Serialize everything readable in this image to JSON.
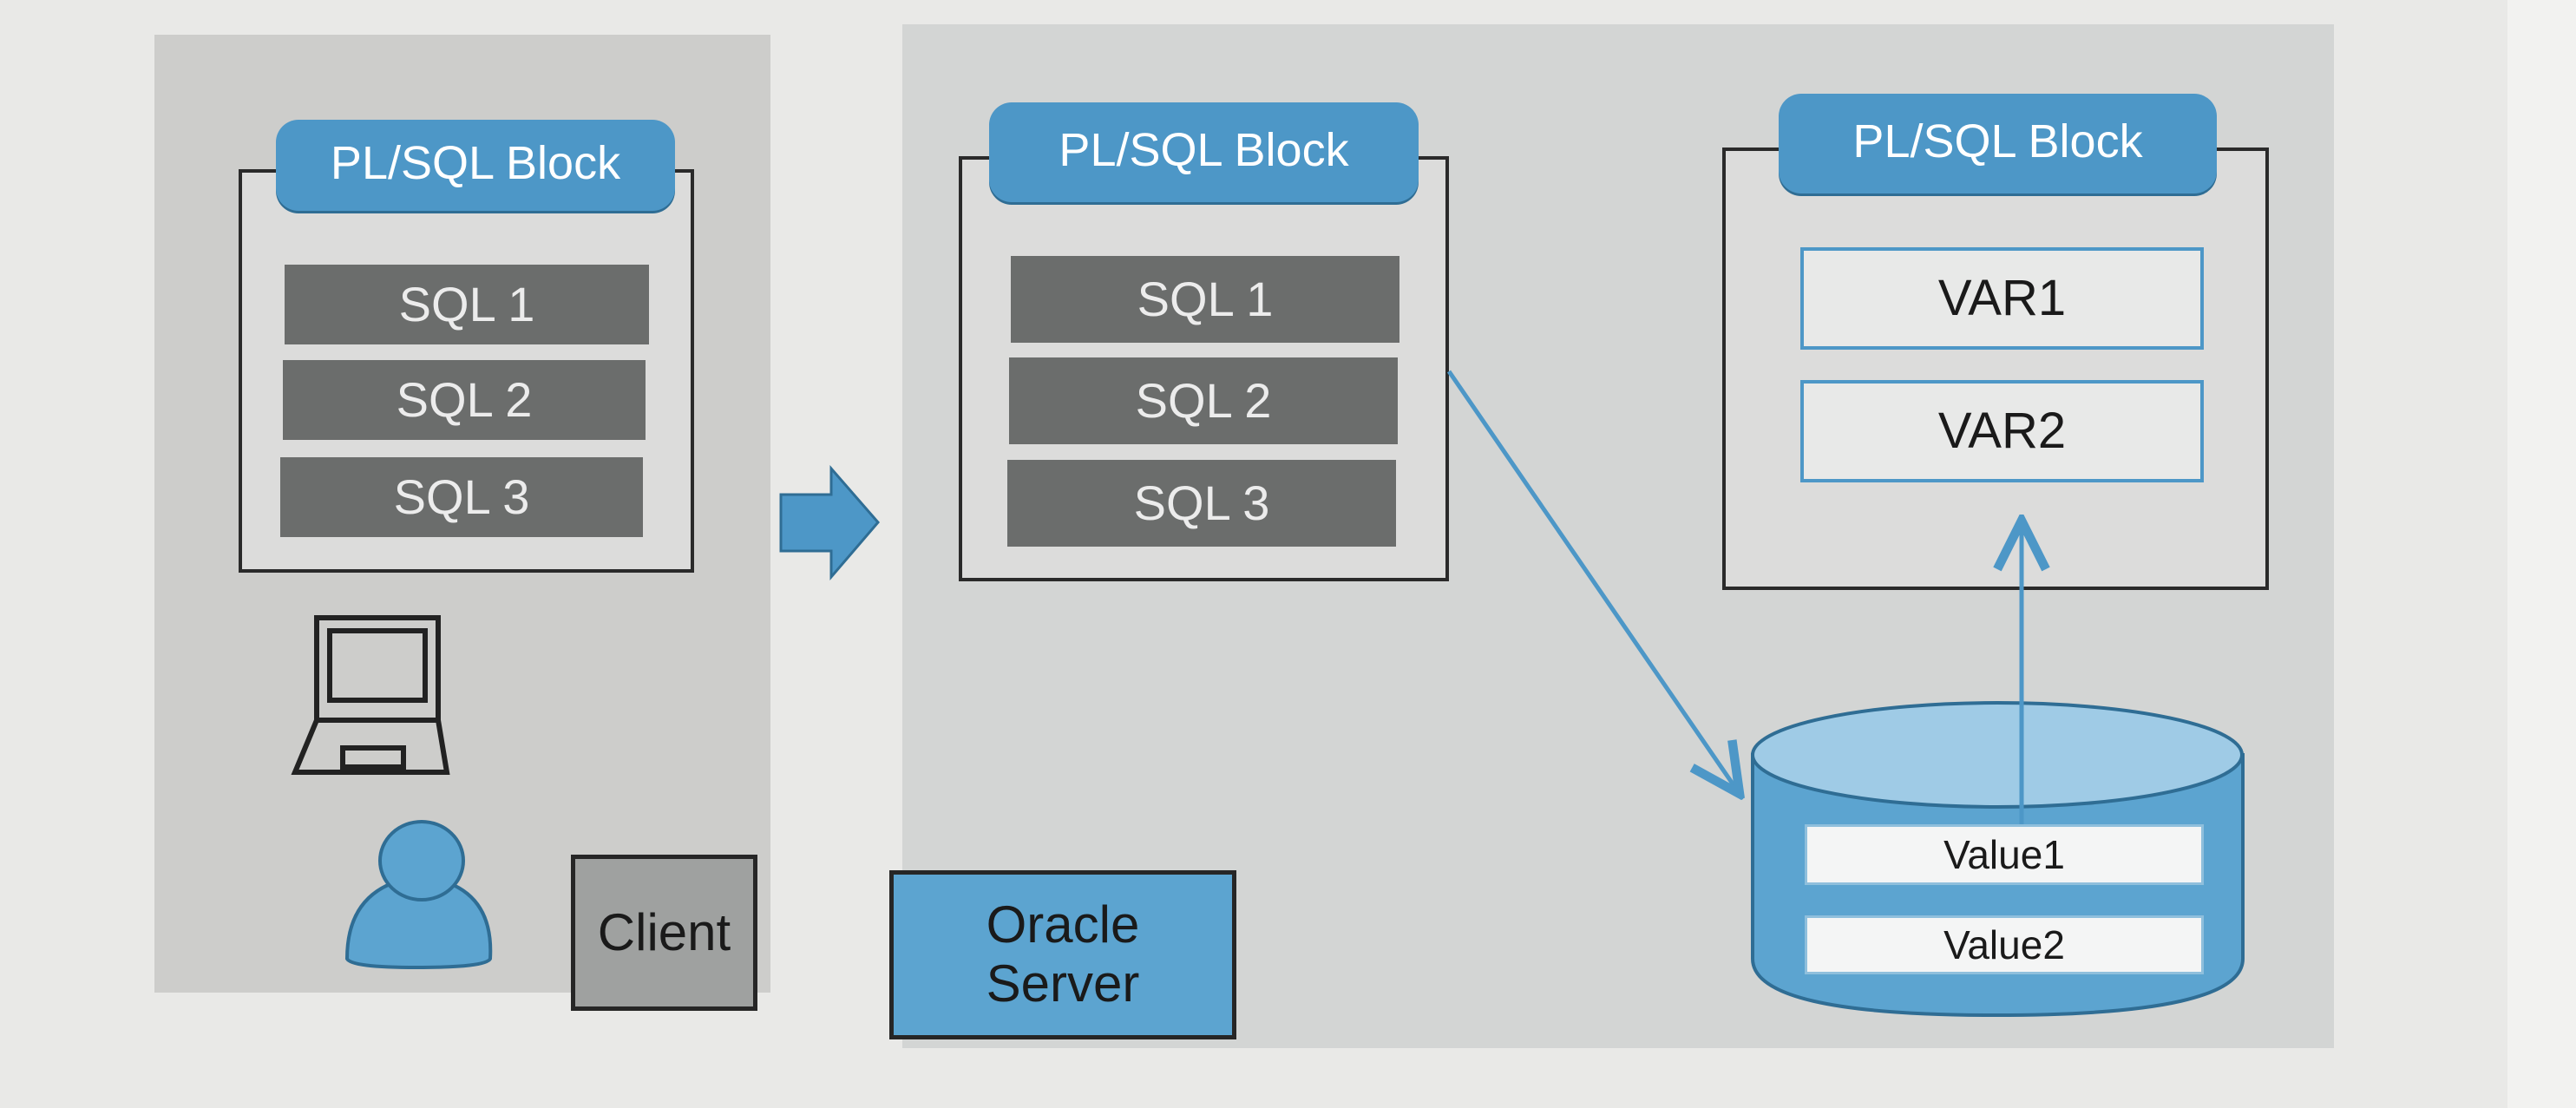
{
  "client": {
    "block_title": "PL/SQL Block",
    "sql_items": [
      "SQL 1",
      "SQL 2",
      "SQL 3"
    ],
    "label": "Client"
  },
  "server": {
    "block_title": "PL/SQL Block",
    "sql_items": [
      "SQL 1",
      "SQL 2",
      "SQL 3"
    ],
    "label_line1": "Oracle",
    "label_line2": "Server"
  },
  "variables": {
    "block_title": "PL/SQL Block",
    "items": [
      "VAR1",
      "VAR2"
    ]
  },
  "database": {
    "values": [
      "Value1",
      "Value2"
    ]
  },
  "colors": {
    "accent": "#4d97c7",
    "sql_bar": "#6b6d6c",
    "client_label": "#9fa1a0",
    "server_label": "#5ca4d0"
  },
  "icons": [
    "laptop-icon",
    "user-icon",
    "right-arrow-icon",
    "database-cylinder-icon"
  ]
}
